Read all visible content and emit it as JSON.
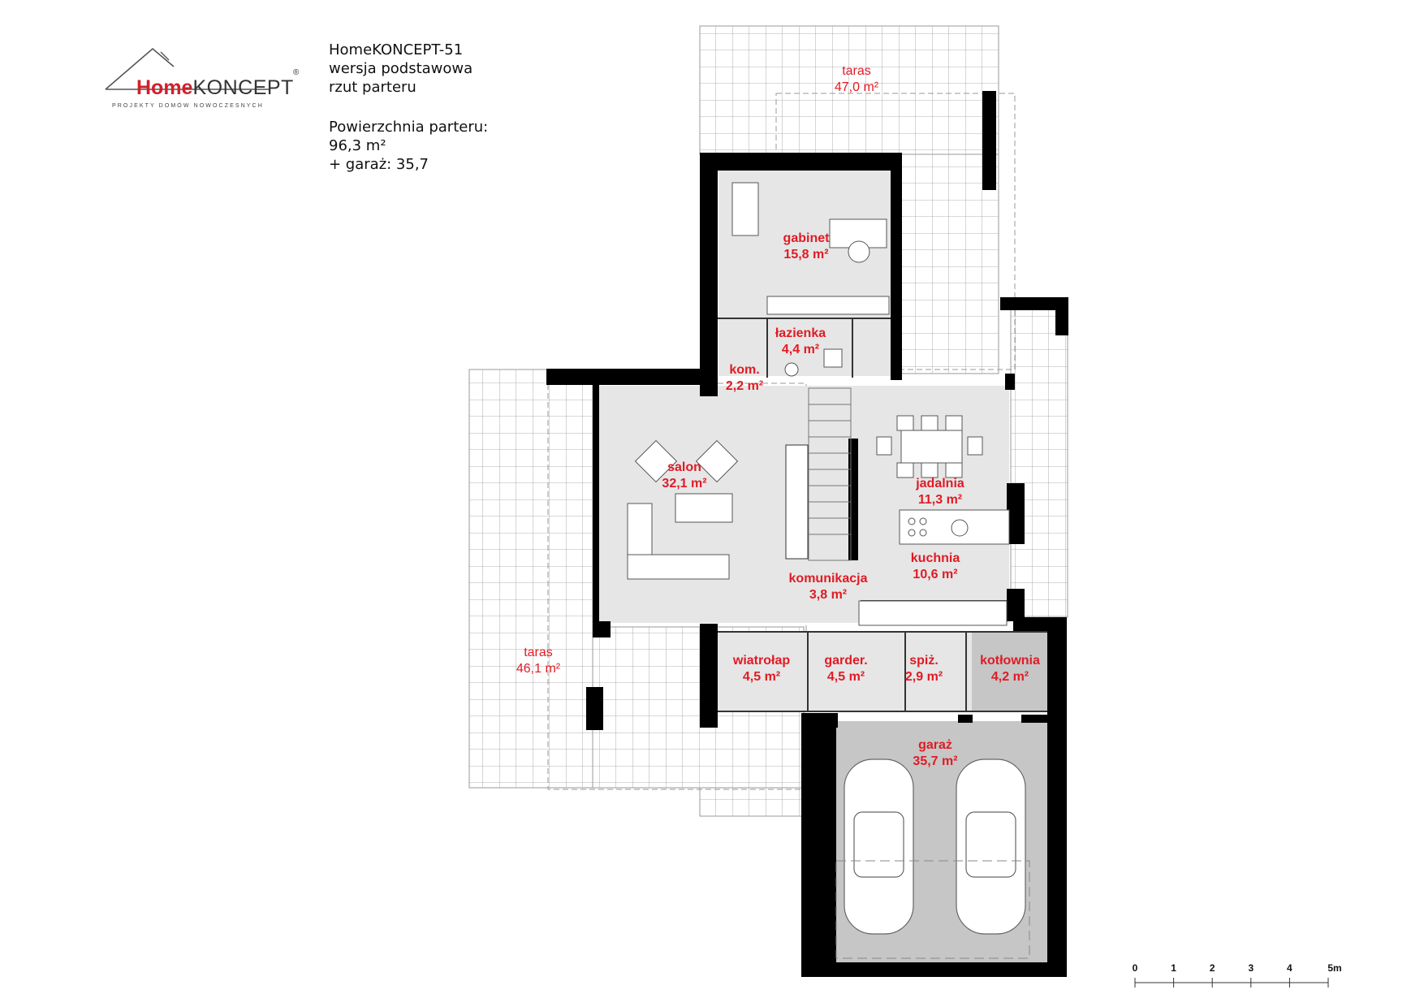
{
  "logo": {
    "home": "Home",
    "koncept": "KONCEPT",
    "registered": "®",
    "tagline": "PROJEKTY DOMÓW NOWOCZESNYCH"
  },
  "project": {
    "name": "HomeKONCEPT-51",
    "version": "wersja podstawowa",
    "plan": "rzut parteru",
    "area_label": "Powierzchnia parteru:",
    "area_value": "96,3 m²",
    "garage": "+ garaż: 35,7"
  },
  "rooms": [
    {
      "id": "taras-north",
      "name": "taras",
      "area": "47,0 m²",
      "style": "terrace"
    },
    {
      "id": "gabinet",
      "name": "gabinet",
      "area": "15,8 m²",
      "style": "room"
    },
    {
      "id": "lazienka",
      "name": "łazienka",
      "area": "4,4 m²",
      "style": "room"
    },
    {
      "id": "kom",
      "name": "kom.",
      "area": "2,2 m²",
      "style": "room"
    },
    {
      "id": "salon",
      "name": "salon",
      "area": "32,1 m²",
      "style": "room"
    },
    {
      "id": "jadalnia",
      "name": "jadalnia",
      "area": "11,3 m²",
      "style": "room"
    },
    {
      "id": "kuchnia",
      "name": "kuchnia",
      "area": "10,6 m²",
      "style": "room"
    },
    {
      "id": "komunikacja",
      "name": "komunikacja",
      "area": "3,8 m²",
      "style": "room"
    },
    {
      "id": "taras-west",
      "name": "taras",
      "area": "46,1 m²",
      "style": "terrace"
    },
    {
      "id": "wiatrolap",
      "name": "wiatrołap",
      "area": "4,5 m²",
      "style": "room"
    },
    {
      "id": "garder",
      "name": "garder.",
      "area": "4,5 m²",
      "style": "room"
    },
    {
      "id": "spiz",
      "name": "spiż.",
      "area": "2,9 m²",
      "style": "room"
    },
    {
      "id": "kotlownia",
      "name": "kotłownia",
      "area": "4,2 m²",
      "style": "room"
    },
    {
      "id": "garaz",
      "name": "garaż",
      "area": "35,7 m²",
      "style": "room"
    }
  ],
  "scale": {
    "ticks": [
      "0",
      "1",
      "2",
      "3",
      "4",
      "5m"
    ]
  },
  "colors": {
    "label": "#e01b24",
    "wall": "#000000",
    "floor": "#e6e6e6",
    "garage_floor": "#c6c6c6",
    "logo_red": "#d0202a"
  }
}
